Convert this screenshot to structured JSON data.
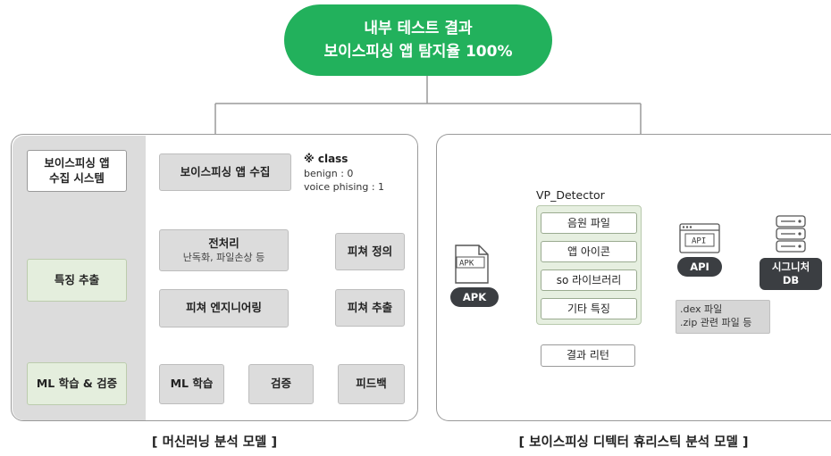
{
  "header": {
    "line1": "내부 테스트 결과",
    "line2": "보이스피싱 앱 탐지율 100%"
  },
  "ml_model": {
    "sidebar": {
      "collect_system": "보이스피싱 앱\n수집 시스템",
      "feature_extract": "특징 추출",
      "ml_train_verify": "ML 학습 & 검증"
    },
    "app_collect": "보이스피싱 앱 수집",
    "class_note": {
      "title": "※ class",
      "benign": "benign : 0",
      "voice": "voice phising : 1"
    },
    "preprocess": {
      "title": "전처리",
      "sub": "난독화, 파일손상 등"
    },
    "feature_define": "피쳐 정의",
    "feature_extract": "피쳐 추출",
    "feature_engineering": "피쳐 엔지니어링",
    "ml_train": "ML 학습",
    "verify": "검증",
    "feedback": "피드백",
    "caption": "[ 머신러닝 분석 모델 ]"
  },
  "heuristic_model": {
    "apk_icon_text": "APK",
    "apk_label": "APK",
    "vp_title": "VP_Detector",
    "items": [
      "음원 파일",
      "앱 아이콘",
      "so 라이브러리",
      "기타 특징"
    ],
    "api_icon_text": "API",
    "api_label": "API",
    "signature_db": "시그니처\nDB",
    "note": ".dex 파일\n.zip 관련 파일 등",
    "result_return": "결과 리턴",
    "caption": "[ 보이스피싱 디텍터 휴리스틱 분석 모델 ]"
  },
  "colors": {
    "green": "#22b15c",
    "light_green": "#e4eedd",
    "arrow_green": "#3ab26a",
    "dark": "#3b3e42",
    "gray": "#dcdcdc"
  }
}
